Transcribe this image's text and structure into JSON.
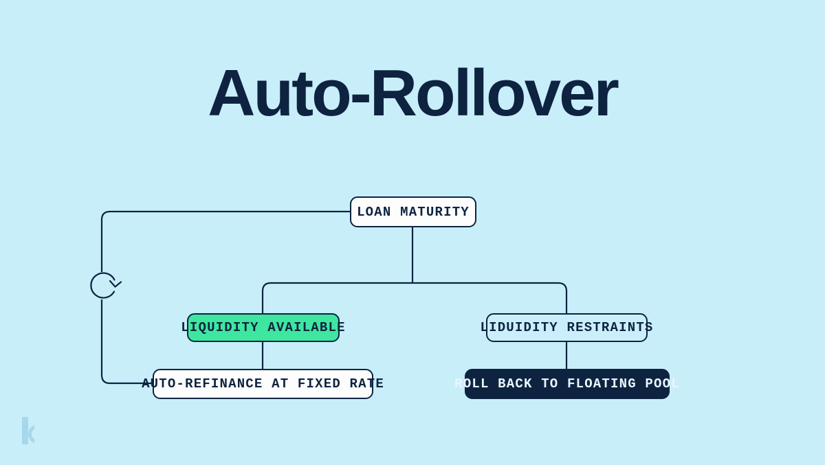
{
  "slide": {
    "title": "Auto-Rollover",
    "background_color": "#C8EEFA",
    "navy_color": "#0D2340",
    "green_color": "#3FE6A0",
    "white_color": "#FDFDFD"
  },
  "diagram": {
    "nodes": [
      {
        "id": "loan-maturity",
        "label": "LOAN MATURITY",
        "style": "white"
      },
      {
        "id": "liquidity-available",
        "label": "LIQUIDITY AVAILABLE",
        "style": "green"
      },
      {
        "id": "liquidity-restraints",
        "label": "LIDUIDITY RESTRAINTS",
        "style": "clear"
      },
      {
        "id": "auto-refinance",
        "label": "AUTO-REFINANCE AT FIXED RATE",
        "style": "white"
      },
      {
        "id": "roll-back",
        "label": "ROLL BACK TO FLOATING POOL",
        "style": "navy"
      }
    ],
    "loop_icon": "refresh-loop-icon"
  },
  "watermark": {
    "logo_icon": "k-logo-icon"
  }
}
